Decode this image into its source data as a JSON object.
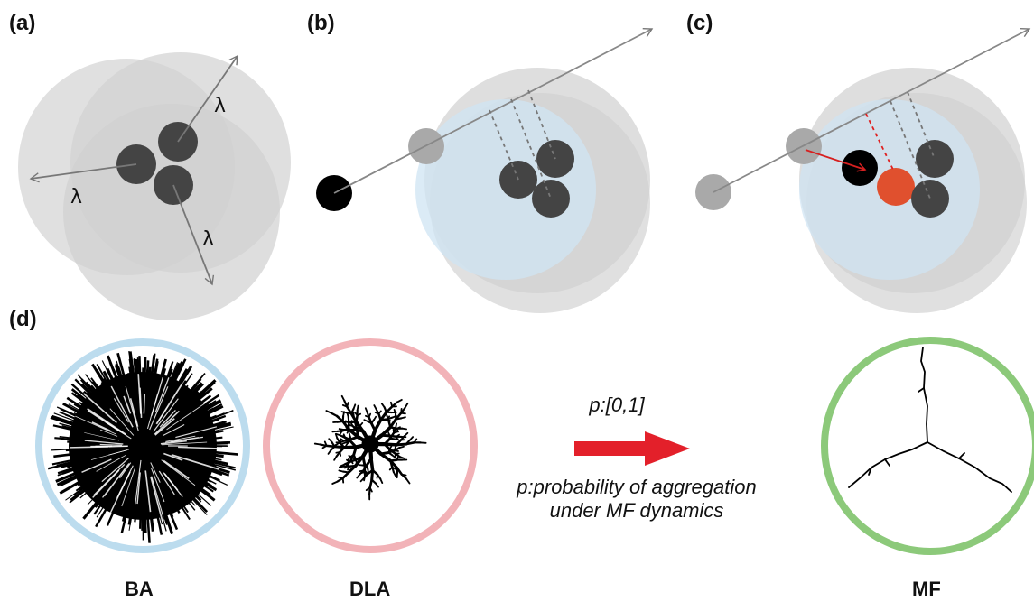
{
  "panels": {
    "a": "(a)",
    "b": "(b)",
    "c": "(c)",
    "d": "(d)"
  },
  "lambda_symbol": "λ",
  "clusters": {
    "ba": "BA",
    "dla": "DLA",
    "mf": "MF"
  },
  "probability": {
    "range": "p:[0,1]",
    "definition_line1": "p:probability of aggregation",
    "definition_line2": "under MF dynamics"
  },
  "colors": {
    "sphere_gray": "#d6d6d6",
    "particle_dark": "#444444",
    "particle_black": "#000000",
    "particle_ghost": "#a9a9a9",
    "particle_orange": "#e0502e",
    "sphere_blue": "#cfe4f3",
    "ring_ba": "#bcdcee",
    "ring_dla": "#f2b3b8",
    "ring_mf": "#8cc97a",
    "arrow_red": "#e3202a"
  }
}
